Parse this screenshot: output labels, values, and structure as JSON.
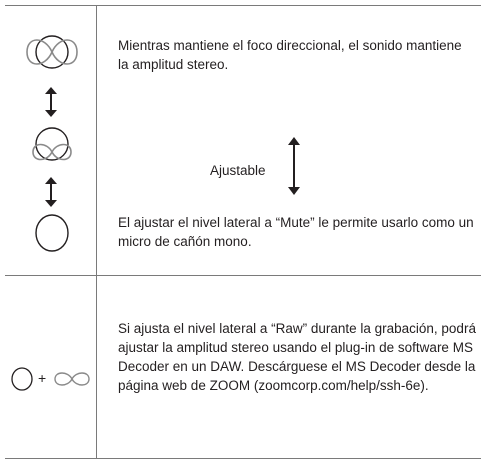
{
  "rows": [
    {
      "top_text": "Mientras mantiene el foco direccional, el sonido mantiene la amplitud stereo.",
      "middle_label": "Ajustable",
      "bottom_text": "El ajustar el nivel lateral a “Mute” le permite usarlo como un micro de cañón mono.",
      "icons": [
        "figure-eight-with-large-circle-icon",
        "up-down-arrow-icon",
        "figure-eight-with-small-circle-icon",
        "up-down-arrow-icon",
        "circle-icon",
        "up-down-arrow-icon"
      ]
    },
    {
      "plus_sign": "+",
      "text": "Si ajusta el nivel lateral a “Raw” durante la grabación, podrá ajustar la amplitud stereo usando el plug-in de software MS Decoder en un DAW. Descárguese el MS Decoder desde la página web de ZOOM (zoomcorp.com/help/ssh-6e).",
      "icons": [
        "circle-icon",
        "figure-eight-icon"
      ]
    }
  ]
}
